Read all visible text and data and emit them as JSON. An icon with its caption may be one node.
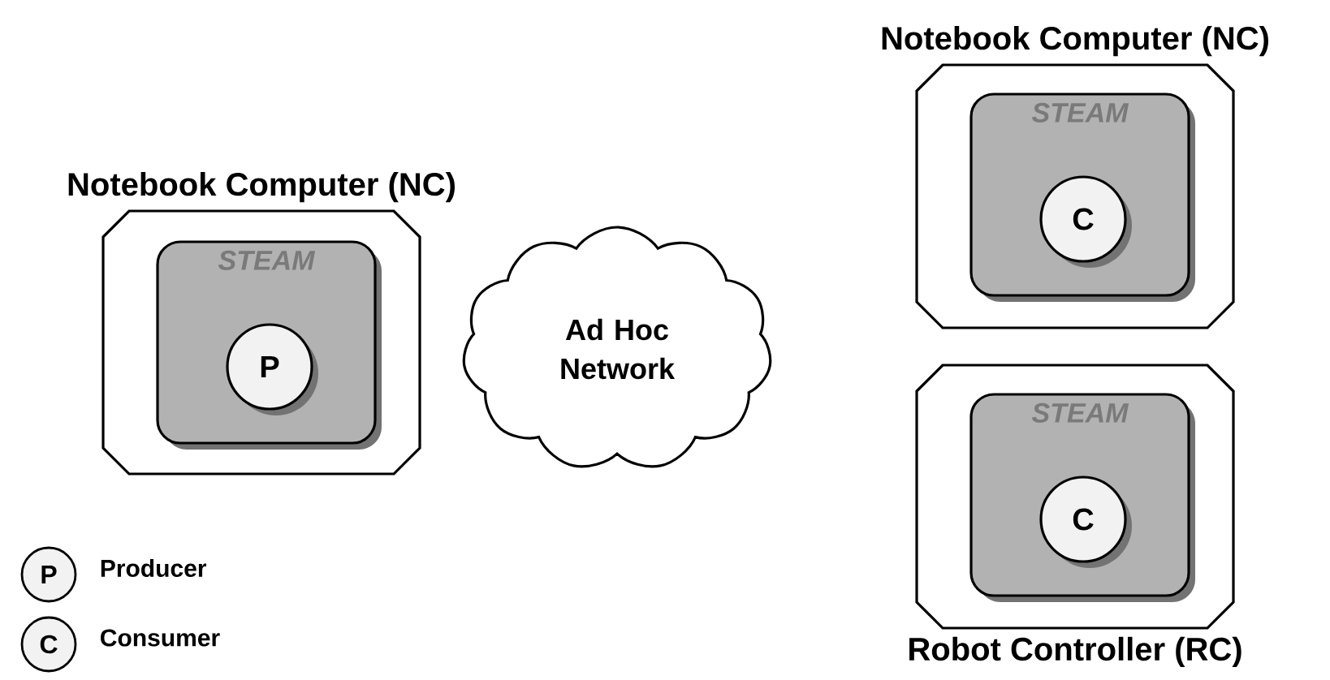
{
  "diagram": {
    "nodes": [
      {
        "text": [
          "Notebook Computer (NC)"
        ]
      },
      {
        "text": [
          "STEAM"
        ],
        "in": 0
      },
      {
        "text": [
          "P"
        ],
        "in": 1
      },
      {
        "text": [
          "Ad Hoc Network"
        ]
      },
      {
        "text": [
          "Notebook Computer (NC)"
        ]
      },
      {
        "text": [
          "STEAM"
        ],
        "in": 4
      },
      {
        "text": [
          "C"
        ],
        "in": 5
      },
      {
        "text": [
          "Robot Controller (RC)"
        ]
      },
      {
        "text": [
          "STEAM"
        ],
        "in": 7
      },
      {
        "text": [
          "C"
        ],
        "in": 8
      },
      {
        "text": [
          "P"
        ],
        "beside": [
          "Producer"
        ]
      },
      {
        "text": [
          "C"
        ],
        "beside": [
          "Consumer"
        ]
      }
    ]
  }
}
